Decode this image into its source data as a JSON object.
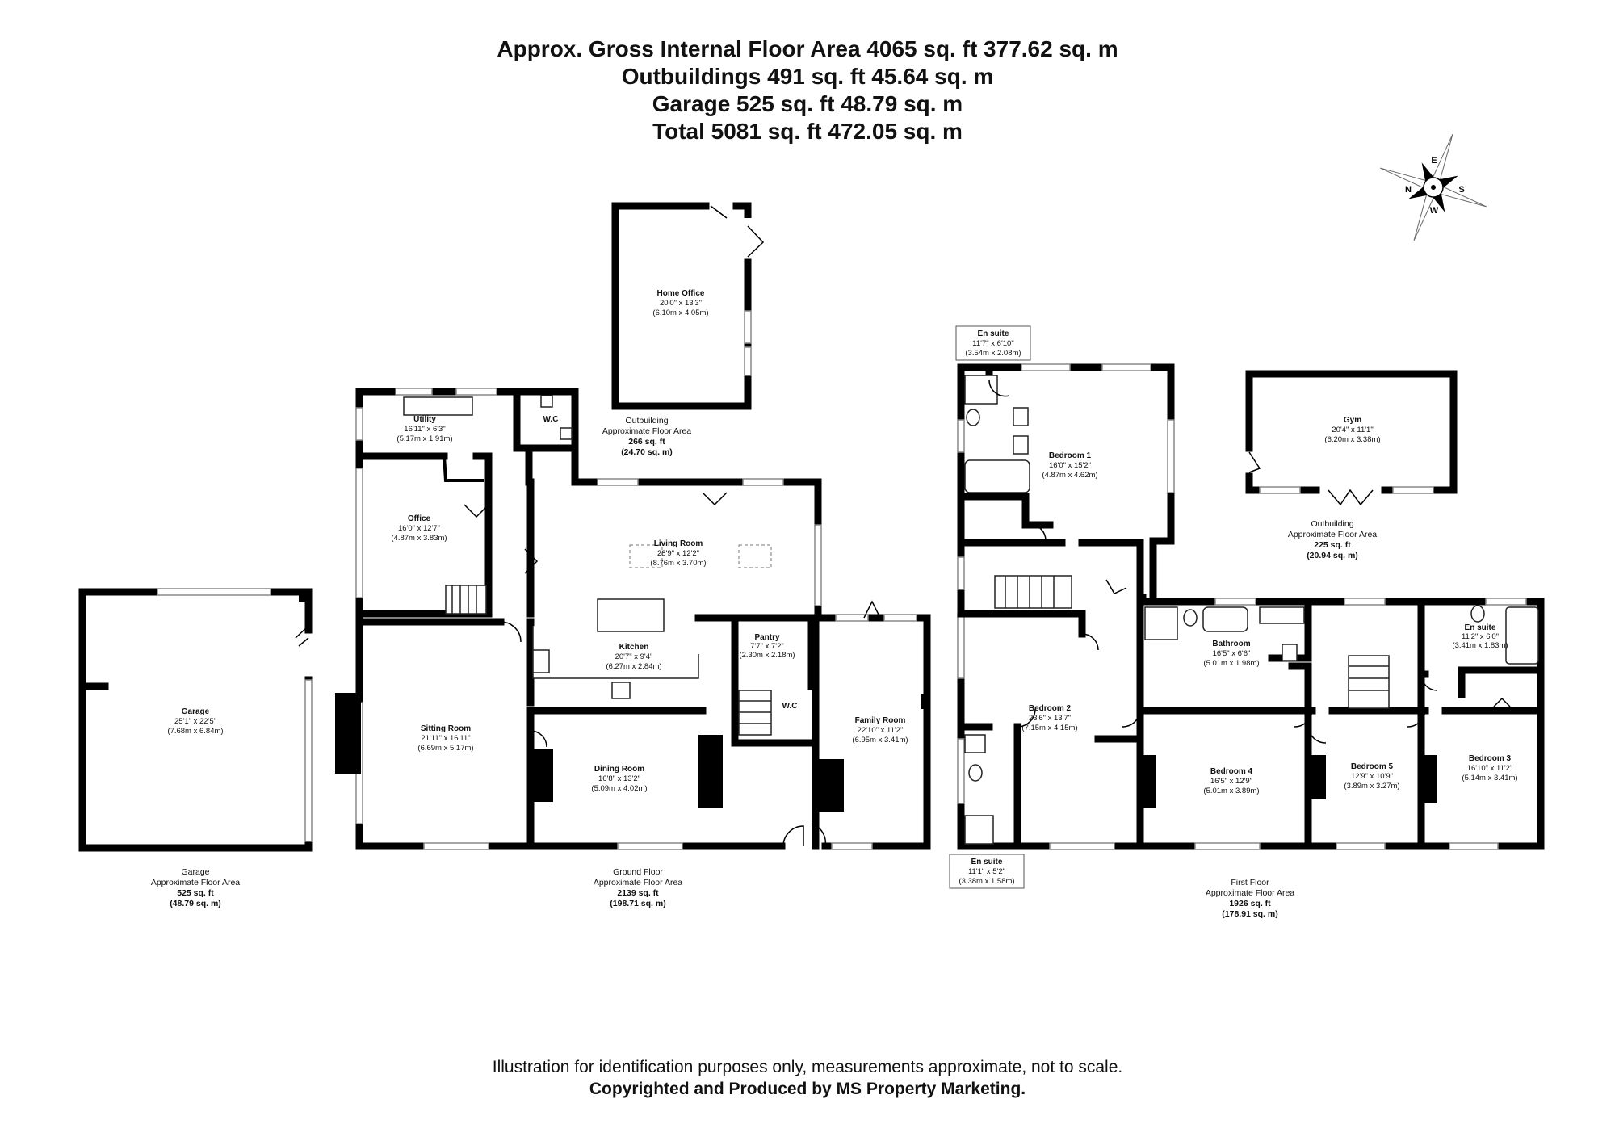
{
  "header": {
    "line1": "Approx. Gross Internal Floor Area 4065 sq. ft 377.62 sq. m",
    "line2": "Outbuildings 491 sq. ft 45.64 sq. m",
    "line3": "Garage 525 sq. ft 48.79 sq. m",
    "line4": "Total 5081 sq. ft 472.05 sq. m"
  },
  "compass": {
    "n": "N",
    "e": "E",
    "s": "S",
    "w": "W"
  },
  "rooms": {
    "home_office": {
      "name": "Home Office",
      "dim1": "20'0\" x 13'3\"",
      "dim2": "(6.10m x 4.05m)"
    },
    "utility": {
      "name": "Utility",
      "dim1": "16'11\" x 6'3\"",
      "dim2": "(5.17m x 1.91m)"
    },
    "wc_upper": {
      "name": "W.C"
    },
    "office": {
      "name": "Office",
      "dim1": "16'0\" x 12'7\"",
      "dim2": "(4.87m x 3.83m)"
    },
    "living": {
      "name": "Living Room",
      "dim1": "28'9\" x 12'2\"",
      "dim2": "(8.76m x 3.70m)"
    },
    "kitchen": {
      "name": "Kitchen",
      "dim1": "20'7\" x 9'4\"",
      "dim2": "(6.27m x 2.84m)"
    },
    "pantry": {
      "name": "Pantry",
      "dim1": "7'7\" x 7'2\"",
      "dim2": "(2.30m x 2.18m)"
    },
    "wc_lower": {
      "name": "W.C"
    },
    "family": {
      "name": "Family Room",
      "dim1": "22'10\" x 11'2\"",
      "dim2": "(6.95m x 3.41m)"
    },
    "sitting": {
      "name": "Sitting Room",
      "dim1": "21'11\" x 16'11\"",
      "dim2": "(6.69m x 5.17m)"
    },
    "dining": {
      "name": "Dining Room",
      "dim1": "16'8\" x 13'2\"",
      "dim2": "(5.09m x 4.02m)"
    },
    "garage": {
      "name": "Garage",
      "dim1": "25'1\" x 22'5\"",
      "dim2": "(7.68m x 6.84m)"
    },
    "ensuite1": {
      "name": "En suite",
      "dim1": "11'7\" x 6'10\"",
      "dim2": "(3.54m x 2.08m)"
    },
    "bedroom1": {
      "name": "Bedroom 1",
      "dim1": "16'0\" x 15'2\"",
      "dim2": "(4.87m x 4.62m)"
    },
    "bedroom2": {
      "name": "Bedroom 2",
      "dim1": "23'6\" x 13'7\"",
      "dim2": "(7.15m x 4.15m)"
    },
    "ensuite2": {
      "name": "En suite",
      "dim1": "11'1\" x 5'2\"",
      "dim2": "(3.38m x 1.58m)"
    },
    "bathroom": {
      "name": "Bathroom",
      "dim1": "16'5\" x 6'6\"",
      "dim2": "(5.01m x 1.98m)"
    },
    "ensuite3": {
      "name": "En suite",
      "dim1": "11'2\" x 6'0\"",
      "dim2": "(3.41m x 1.83m)"
    },
    "bedroom4": {
      "name": "Bedroom 4",
      "dim1": "16'5\" x 12'9\"",
      "dim2": "(5.01m x 3.89m)"
    },
    "bedroom5": {
      "name": "Bedroom 5",
      "dim1": "12'9\" x 10'9\"",
      "dim2": "(3.89m x 3.27m)"
    },
    "bedroom3": {
      "name": "Bedroom 3",
      "dim1": "16'10\" x 11'2\"",
      "dim2": "(5.14m x 3.41m)"
    },
    "gym": {
      "name": "Gym",
      "dim1": "20'4\" x 11'1\"",
      "dim2": "(6.20m x 3.38m)"
    }
  },
  "areas": {
    "outbuilding1": {
      "l1": "Outbuilding",
      "l2": "Approximate Floor Area",
      "l3": "266 sq. ft",
      "l4": "(24.70 sq. m)"
    },
    "outbuilding2": {
      "l1": "Outbuilding",
      "l2": "Approximate Floor Area",
      "l3": "225 sq. ft",
      "l4": "(20.94 sq. m)"
    },
    "garage": {
      "l1": "Garage",
      "l2": "Approximate Floor Area",
      "l3": "525 sq. ft",
      "l4": "(48.79 sq. m)"
    },
    "ground": {
      "l1": "Ground Floor",
      "l2": "Approximate Floor Area",
      "l3": "2139 sq. ft",
      "l4": "(198.71 sq. m)"
    },
    "first": {
      "l1": "First Floor",
      "l2": "Approximate Floor Area",
      "l3": "1926 sq. ft",
      "l4": "(178.91 sq. m)"
    }
  },
  "footer": {
    "line1": "Illustration for identification purposes only, measurements approximate, not to scale.",
    "line2": "Copyrighted  and Produced by MS Property Marketing."
  }
}
